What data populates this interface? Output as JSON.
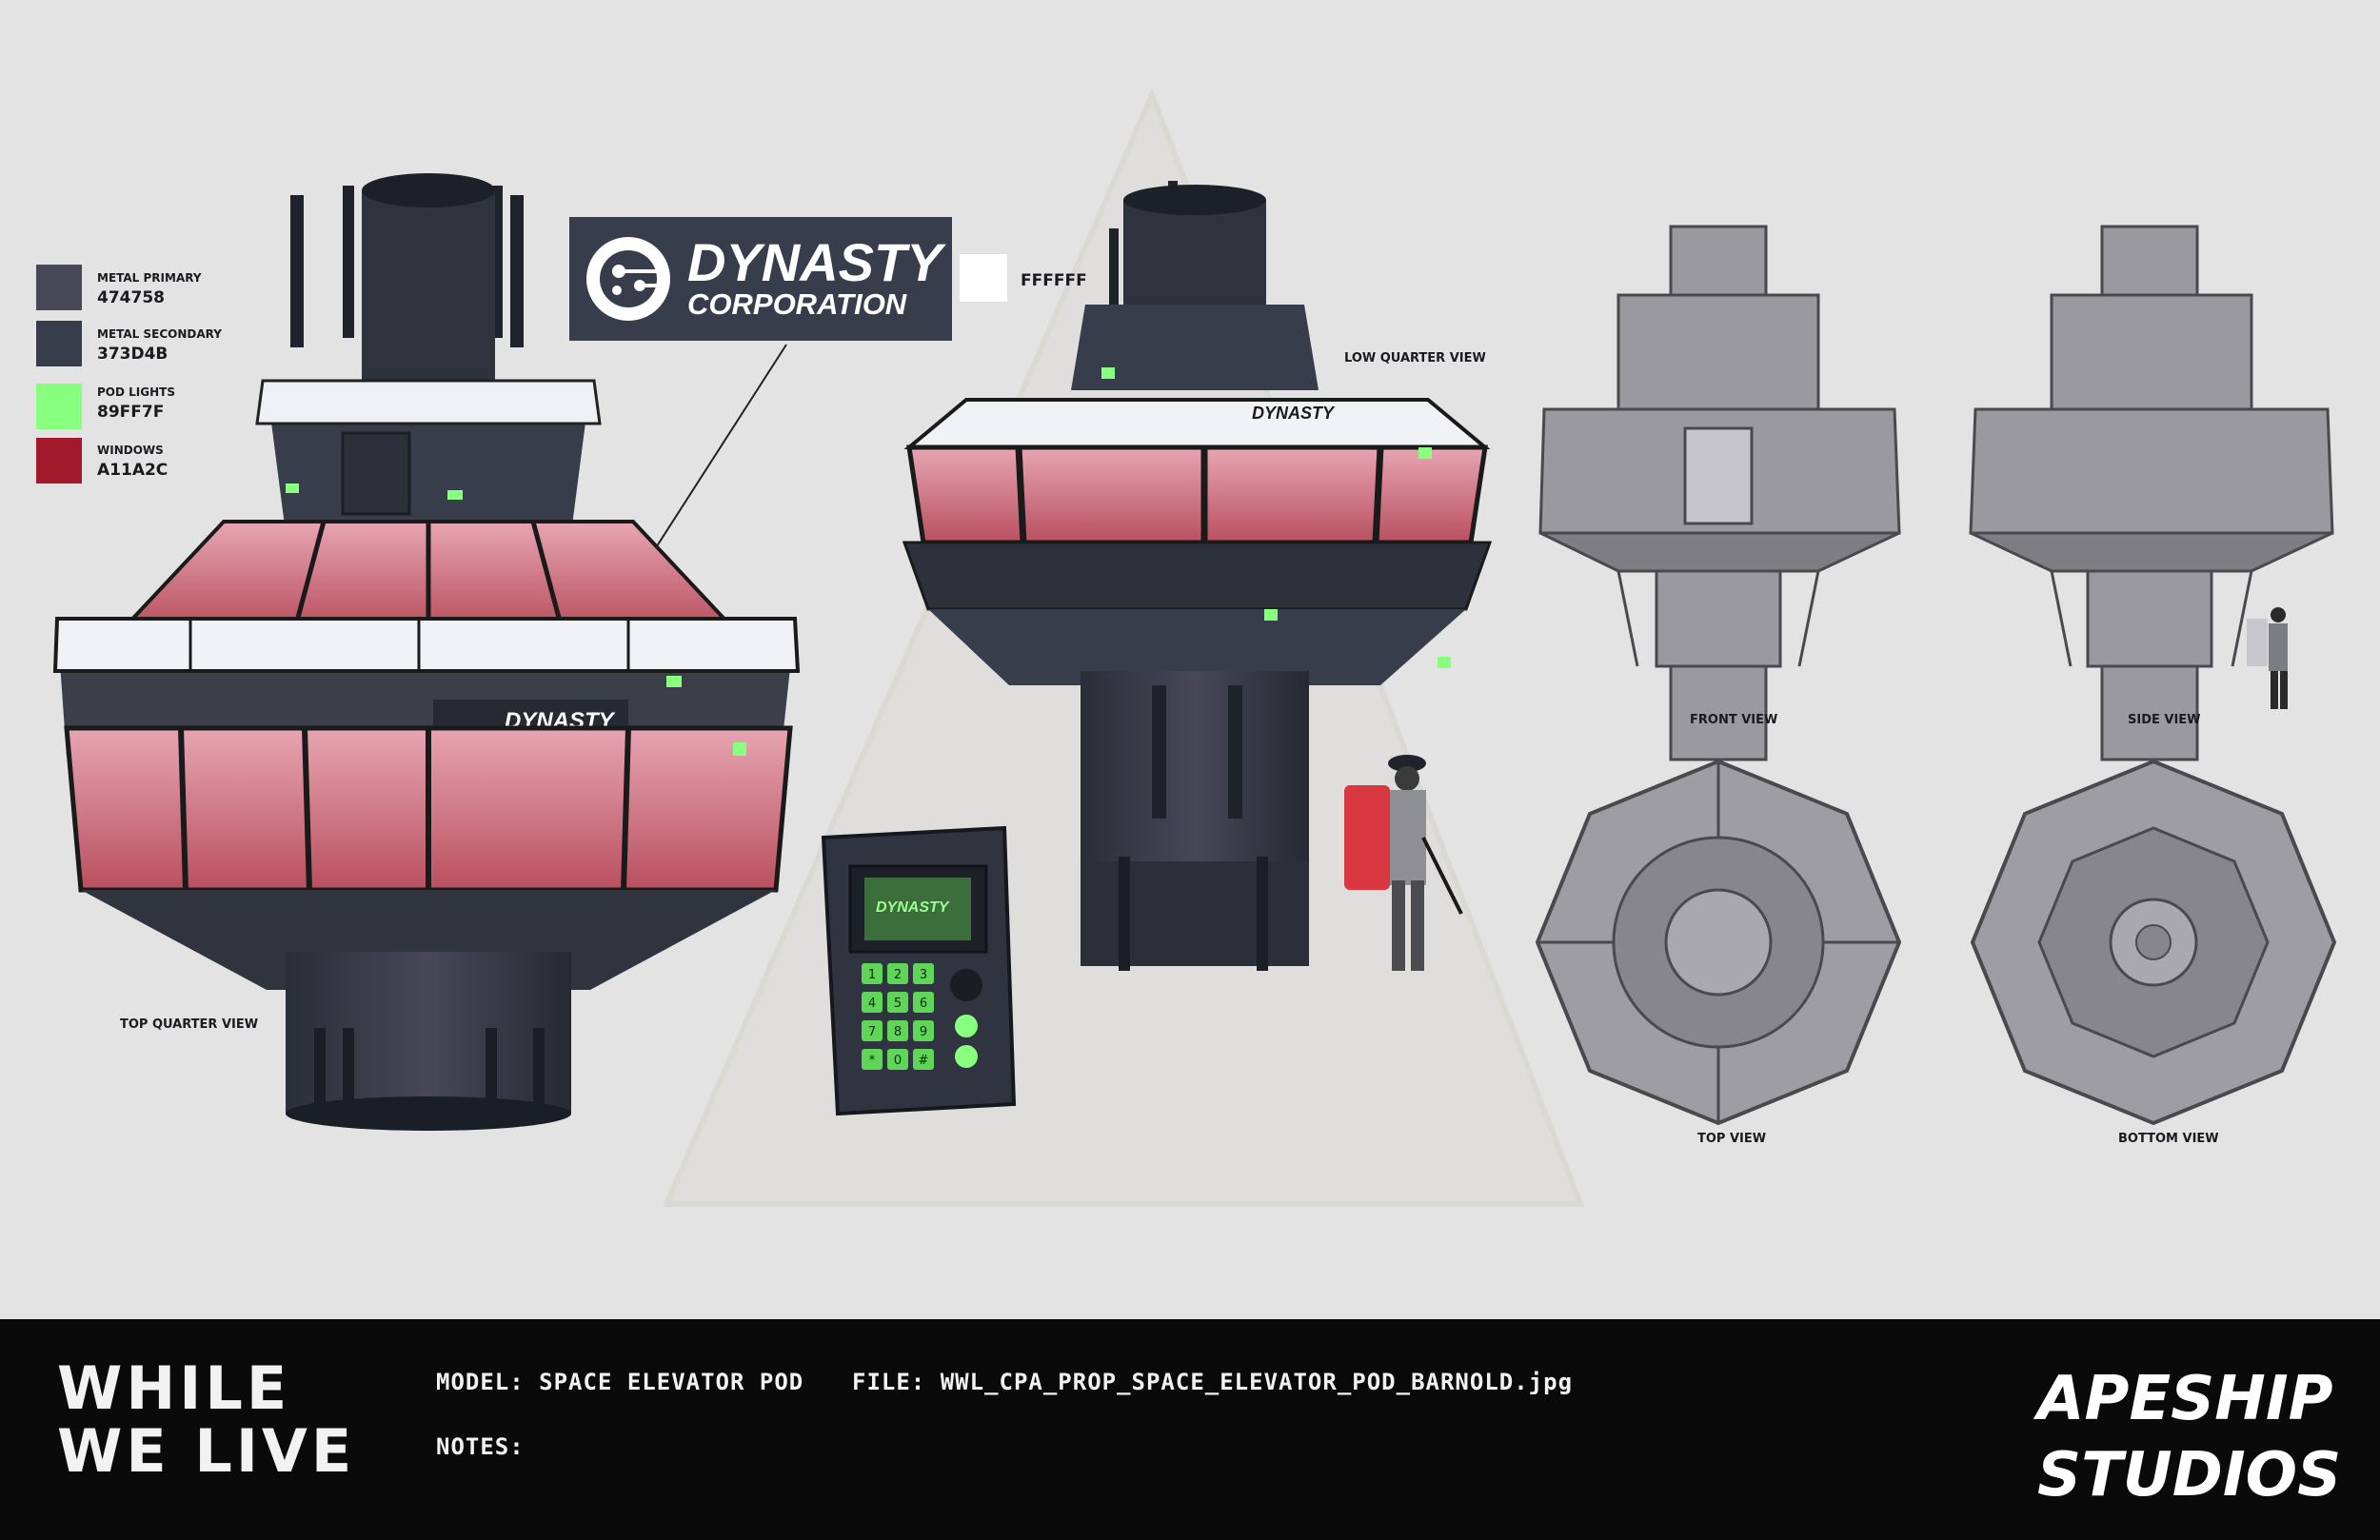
{
  "swatches": [
    {
      "label": "METAL PRIMARY",
      "code": "474758",
      "color": "#474758"
    },
    {
      "label": "METAL SECONDARY",
      "code": "373D4B",
      "color": "#373D4B"
    },
    {
      "label": "POD LIGHTS",
      "code": "89FF7F",
      "color": "#89FF7F"
    },
    {
      "label": "WINDOWS",
      "code": "A11A2C",
      "color": "#A11A2C"
    }
  ],
  "logo": {
    "line1": "DYNASTY",
    "line2": "CORPORATION",
    "bg_color": "#373D4B",
    "white_code": "FFFFFF"
  },
  "views": {
    "top_quarter": "TOP QUARTER VIEW",
    "low_quarter": "LOW QUARTER VIEW",
    "front": "FRONT VIEW",
    "side": "SIDE VIEW",
    "top": "TOP VIEW",
    "bottom": "BOTTOM VIEW"
  },
  "keypad": {
    "keys": [
      "1",
      "2",
      "3",
      "4",
      "5",
      "6",
      "7",
      "8",
      "9",
      "*",
      "0",
      "#"
    ]
  },
  "footer": {
    "title_line1": "WHILE",
    "title_line2": "WE LIVE",
    "model": "MODEL: SPACE ELEVATOR POD",
    "file": "FILE: WWL_CPA_PROP_SPACE_ELEVATOR_POD_BARNOLD.jpg",
    "notes": "NOTES:",
    "studio_line1": "APESHIP",
    "studio_line2": "STUDIOS"
  }
}
